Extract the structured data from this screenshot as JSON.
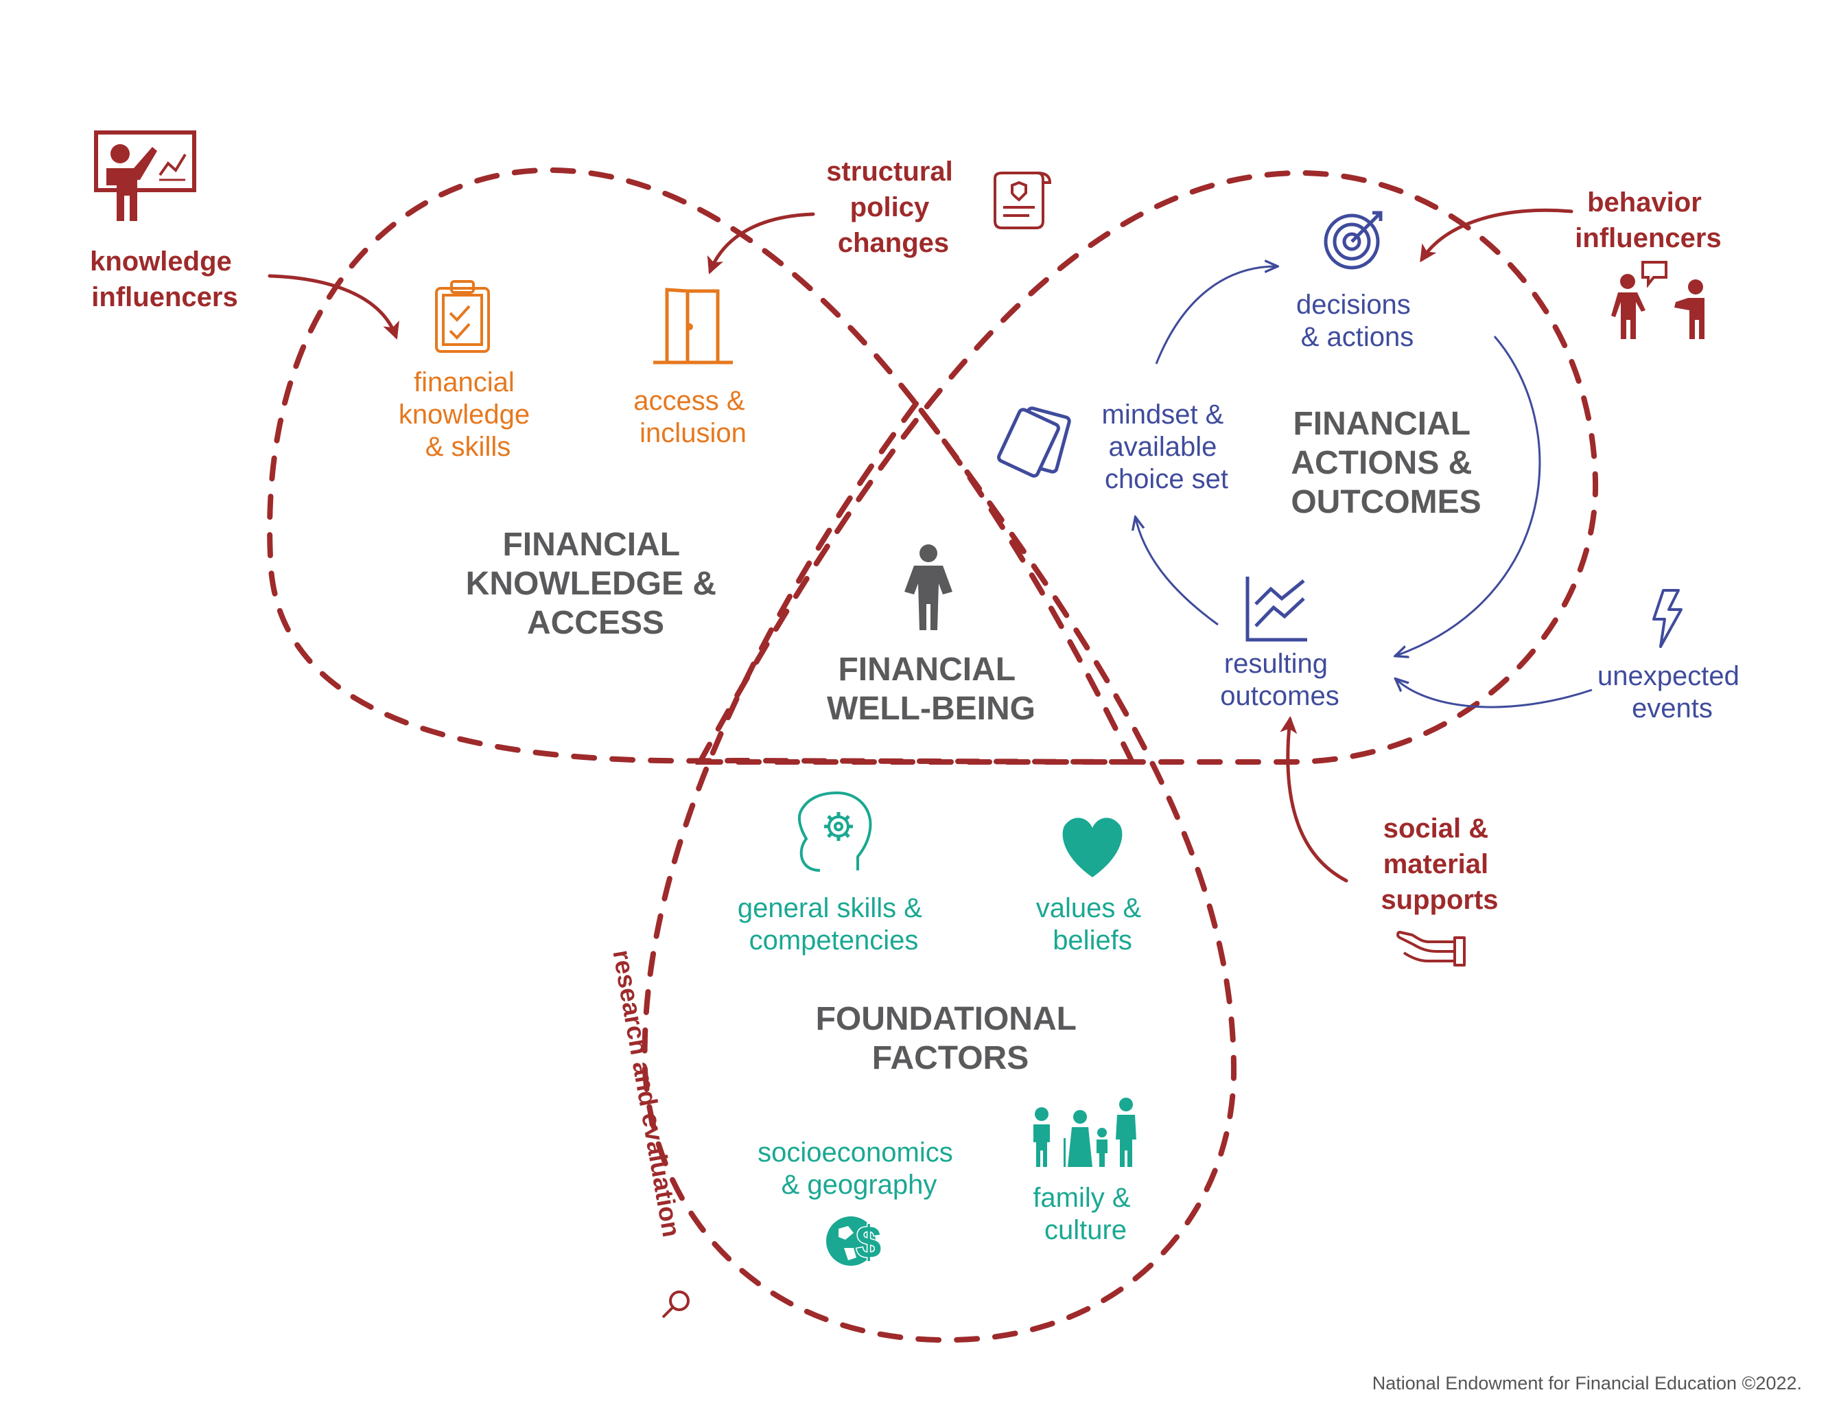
{
  "colors": {
    "red": "#9e2a2b",
    "gray": "#5a5a5c",
    "orange": "#e6781e",
    "blue": "#3f4b9c",
    "teal": "#1aa892"
  },
  "regions": {
    "knowledge_access": [
      "FINANCIAL",
      "KNOWLEDGE &",
      "ACCESS"
    ],
    "actions_outcomes": [
      "FINANCIAL",
      "ACTIONS &",
      "OUTCOMES"
    ],
    "well_being": [
      "FINANCIAL",
      "WELL-BEING"
    ],
    "foundational": [
      "FOUNDATIONAL",
      "FACTORS"
    ]
  },
  "influencers": {
    "knowledge": [
      "knowledge",
      "influencers"
    ],
    "structural": [
      "structural",
      "policy",
      "changes"
    ],
    "behavior": [
      "behavior",
      "influencers"
    ],
    "social": [
      "social &",
      "material",
      "supports"
    ],
    "research": "research and evaluation"
  },
  "knowledge_items": {
    "financial_knowledge": [
      "financial",
      "knowledge",
      "& skills"
    ],
    "access": [
      "access &",
      "inclusion"
    ]
  },
  "action_items": {
    "decisions": [
      "decisions",
      "& actions"
    ],
    "mindset": [
      "mindset &",
      "available",
      "choice set"
    ],
    "outcomes": [
      "resulting",
      "outcomes"
    ],
    "unexpected": [
      "unexpected",
      "events"
    ]
  },
  "foundation_items": {
    "skills": [
      "general skills &",
      "competencies"
    ],
    "values": [
      "values &",
      "beliefs"
    ],
    "socio": [
      "socioeconomics",
      "& geography"
    ],
    "family": [
      "family &",
      "culture"
    ]
  },
  "icons": {
    "teacher": "teacher-at-board-icon",
    "policy": "policy-scroll-icon",
    "target": "target-icon",
    "people": "people-talking-icon",
    "clipboard": "clipboard-checklist-icon",
    "door": "open-door-icon",
    "cards": "choice-cards-icon",
    "chart": "line-chart-icon",
    "lightning": "lightning-icon",
    "person": "person-standing-icon",
    "head": "head-gear-icon",
    "heart": "heart-icon",
    "globe": "globe-dollar-icon",
    "family": "family-icon",
    "hand": "open-hand-icon",
    "magnifier": "magnifier-icon"
  },
  "footer": "National Endowment for Financial Education ©2022."
}
